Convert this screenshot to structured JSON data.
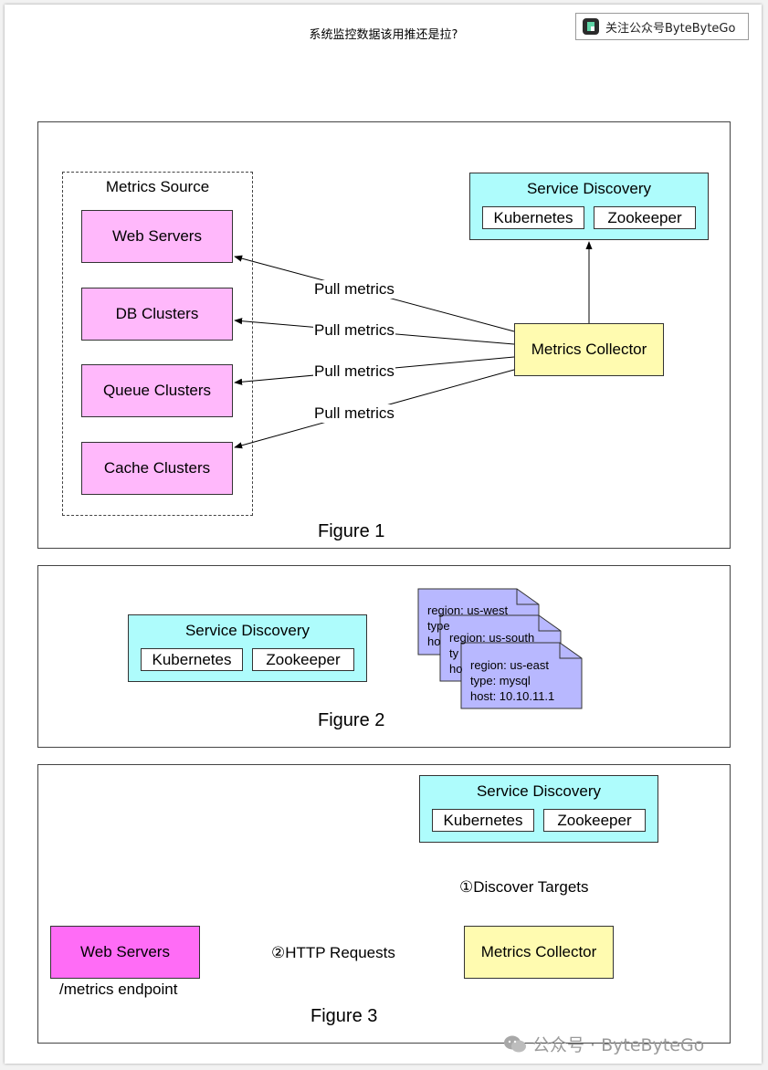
{
  "header": {
    "title": "系统监控数据该用推还是拉?",
    "badge_text": "关注公众号ByteByteGo"
  },
  "figure1": {
    "caption": "Figure 1",
    "metrics_source_label": "Metrics Source",
    "sources": [
      "Web Servers",
      "DB Clusters",
      "Queue Clusters",
      "Cache Clusters"
    ],
    "service_discovery_label": "Service Discovery",
    "kubernetes": "Kubernetes",
    "zookeeper": "Zookeeper",
    "collector": "Metrics Collector",
    "pull_labels": [
      "Pull metrics",
      "Pull metrics",
      "Pull metrics",
      "Pull metrics"
    ]
  },
  "figure2": {
    "caption": "Figure 2",
    "service_discovery_label": "Service Discovery",
    "kubernetes": "Kubernetes",
    "zookeeper": "Zookeeper",
    "doc1": {
      "line1": "region: us-west",
      "line2": "type",
      "line3": "ho"
    },
    "doc2": {
      "line1": "region: us-south",
      "line2": "ty",
      "line3": "ho"
    },
    "doc3": {
      "line1": "region: us-east",
      "line2": "type: mysql",
      "line3": "host: 10.10.11.1"
    }
  },
  "figure3": {
    "caption": "Figure 3",
    "service_discovery_label": "Service Discovery",
    "kubernetes": "Kubernetes",
    "zookeeper": "Zookeeper",
    "collector": "Metrics Collector",
    "web_servers": "Web Servers",
    "endpoint_label": "/metrics endpoint",
    "discover_label": "①Discover Targets",
    "http_label": "②HTTP Requests"
  },
  "watermark": {
    "text": "公众号 · ByteByteGo"
  },
  "colors": {
    "pink": "#ffb8fb",
    "magenta": "#ff6cf6",
    "yellow": "#fffbb0",
    "cyan": "#aefcfc",
    "doc_fill": "#b8b8ff"
  }
}
